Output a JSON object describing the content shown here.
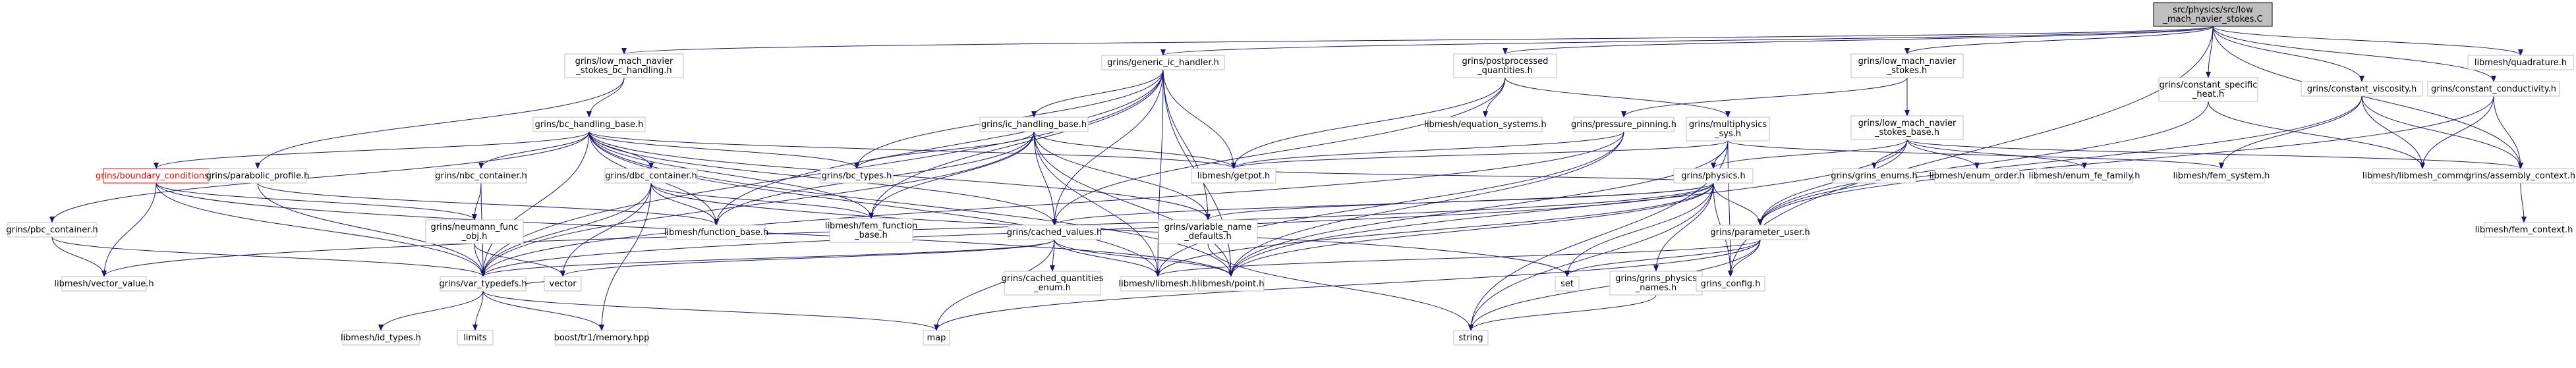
{
  "nodes": [
    {
      "id": "root",
      "lines": [
        "src/physics/src/low",
        "_mach_navier_stokes.C"
      ],
      "root": true
    },
    {
      "id": "lmbc",
      "lines": [
        "grins/low_mach_navier",
        "_stokes_bc_handling.h"
      ]
    },
    {
      "id": "gic",
      "lines": [
        "grins/generic_ic_handler.h"
      ]
    },
    {
      "id": "pp",
      "lines": [
        "grins/postprocessed",
        "_quantities.h"
      ]
    },
    {
      "id": "lmns",
      "lines": [
        "grins/low_mach_navier",
        "_stokes.h"
      ]
    },
    {
      "id": "csh",
      "lines": [
        "grins/constant_specific",
        "_heat.h"
      ]
    },
    {
      "id": "cvisc",
      "lines": [
        "grins/constant_viscosity.h"
      ]
    },
    {
      "id": "ccond",
      "lines": [
        "grins/constant_conductivity.h"
      ]
    },
    {
      "id": "quad",
      "lines": [
        "libmesh/quadrature.h"
      ]
    },
    {
      "id": "bchb",
      "lines": [
        "grins/bc_handling_base.h"
      ]
    },
    {
      "id": "ichb",
      "lines": [
        "grins/ic_handling_base.h"
      ]
    },
    {
      "id": "eqs",
      "lines": [
        "libmesh/equation_systems.h"
      ]
    },
    {
      "id": "pin",
      "lines": [
        "grins/pressure_pinning.h"
      ]
    },
    {
      "id": "mps",
      "lines": [
        "grins/multiphysics",
        "_sys.h"
      ]
    },
    {
      "id": "lmnsb",
      "lines": [
        "grins/low_mach_navier",
        "_stokes_base.h"
      ]
    },
    {
      "id": "bcond",
      "lines": [
        "grins/boundary_conditions.h"
      ],
      "red": true
    },
    {
      "id": "parab",
      "lines": [
        "grins/parabolic_profile.h"
      ]
    },
    {
      "id": "nbc",
      "lines": [
        "grins/nbc_container.h"
      ]
    },
    {
      "id": "dbc",
      "lines": [
        "grins/dbc_container.h"
      ]
    },
    {
      "id": "bct",
      "lines": [
        "grins/bc_types.h"
      ]
    },
    {
      "id": "getpot",
      "lines": [
        "libmesh/getpot.h"
      ]
    },
    {
      "id": "physics",
      "lines": [
        "grins/physics.h"
      ]
    },
    {
      "id": "enums",
      "lines": [
        "grins/grins_enums.h"
      ]
    },
    {
      "id": "enord",
      "lines": [
        "libmesh/enum_order.h"
      ]
    },
    {
      "id": "enfe",
      "lines": [
        "libmesh/enum_fe_family.h"
      ]
    },
    {
      "id": "femsys",
      "lines": [
        "libmesh/fem_system.h"
      ]
    },
    {
      "id": "lmcommon",
      "lines": [
        "libmesh/libmesh_common.h"
      ]
    },
    {
      "id": "actx",
      "lines": [
        "grins/assembly_context.h"
      ]
    },
    {
      "id": "femctx",
      "lines": [
        "libmesh/fem_context.h"
      ]
    },
    {
      "id": "pbc",
      "lines": [
        "grins/pbc_container.h"
      ]
    },
    {
      "id": "nfo",
      "lines": [
        "grins/neumann_func",
        "_obj.h"
      ]
    },
    {
      "id": "fb",
      "lines": [
        "libmesh/function_base.h"
      ]
    },
    {
      "id": "ffb",
      "lines": [
        "libmesh/fem_function",
        "_base.h"
      ]
    },
    {
      "id": "cv",
      "lines": [
        "grins/cached_values.h"
      ]
    },
    {
      "id": "vnd",
      "lines": [
        "grins/variable_name",
        "_defaults.h"
      ]
    },
    {
      "id": "pu",
      "lines": [
        "grins/parameter_user.h"
      ]
    },
    {
      "id": "vv",
      "lines": [
        "libmesh/vector_value.h"
      ]
    },
    {
      "id": "vt",
      "lines": [
        "grins/var_typedefs.h"
      ]
    },
    {
      "id": "vector",
      "lines": [
        "vector"
      ]
    },
    {
      "id": "cqe",
      "lines": [
        "grins/cached_quantities",
        "_enum.h"
      ]
    },
    {
      "id": "libmesh",
      "lines": [
        "libmesh/libmesh.h"
      ]
    },
    {
      "id": "point",
      "lines": [
        "libmesh/point.h"
      ]
    },
    {
      "id": "set",
      "lines": [
        "set"
      ]
    },
    {
      "id": "gpn",
      "lines": [
        "grins/grins_physics",
        "_names.h"
      ]
    },
    {
      "id": "config",
      "lines": [
        "grins_config.h"
      ]
    },
    {
      "id": "idt",
      "lines": [
        "libmesh/id_types.h"
      ]
    },
    {
      "id": "limits",
      "lines": [
        "limits"
      ]
    },
    {
      "id": "mem",
      "lines": [
        "boost/tr1/memory.hpp"
      ]
    },
    {
      "id": "map",
      "lines": [
        "map"
      ]
    },
    {
      "id": "string",
      "lines": [
        "string"
      ]
    },
    {
      "id": "fctx",
      "lines": [
        "libmesh/fem_context.h"
      ]
    }
  ],
  "edges": [
    [
      "root",
      "lmbc"
    ],
    [
      "root",
      "gic"
    ],
    [
      "root",
      "pp"
    ],
    [
      "root",
      "lmns"
    ],
    [
      "root",
      "csh"
    ],
    [
      "root",
      "cvisc"
    ],
    [
      "root",
      "ccond"
    ],
    [
      "root",
      "quad"
    ],
    [
      "root",
      "actx"
    ],
    [
      "root",
      "config"
    ],
    [
      "lmbc",
      "bchb"
    ],
    [
      "lmbc",
      "parab"
    ],
    [
      "gic",
      "ichb"
    ],
    [
      "gic",
      "getpot"
    ],
    [
      "gic",
      "bct"
    ],
    [
      "gic",
      "vt"
    ],
    [
      "gic",
      "cv"
    ],
    [
      "gic",
      "vnd"
    ],
    [
      "gic",
      "point"
    ],
    [
      "gic",
      "libmesh"
    ],
    [
      "gic",
      "ffb"
    ],
    [
      "gic",
      "fb"
    ],
    [
      "pp",
      "eqs"
    ],
    [
      "pp",
      "mps"
    ],
    [
      "pp",
      "getpot"
    ],
    [
      "pp",
      "cv"
    ],
    [
      "lmns",
      "pin"
    ],
    [
      "lmns",
      "lmnsb"
    ],
    [
      "csh",
      "pu"
    ],
    [
      "csh",
      "lmcommon"
    ],
    [
      "cvisc",
      "pu"
    ],
    [
      "cvisc",
      "lmcommon"
    ],
    [
      "cvisc",
      "actx"
    ],
    [
      "cvisc",
      "femsys"
    ],
    [
      "ccond",
      "pu"
    ],
    [
      "ccond",
      "lmcommon"
    ],
    [
      "ccond",
      "actx"
    ],
    [
      "bchb",
      "bcond"
    ],
    [
      "bchb",
      "pbc"
    ],
    [
      "bchb",
      "nbc"
    ],
    [
      "bchb",
      "dbc"
    ],
    [
      "bchb",
      "bct"
    ],
    [
      "bchb",
      "getpot"
    ],
    [
      "bchb",
      "vt"
    ],
    [
      "bchb",
      "libmesh"
    ],
    [
      "bchb",
      "point"
    ],
    [
      "bchb",
      "fb"
    ],
    [
      "bchb",
      "cv"
    ],
    [
      "bchb",
      "vnd"
    ],
    [
      "bchb",
      "ffb"
    ],
    [
      "ichb",
      "bct"
    ],
    [
      "ichb",
      "getpot"
    ],
    [
      "ichb",
      "vt"
    ],
    [
      "ichb",
      "cv"
    ],
    [
      "ichb",
      "vnd"
    ],
    [
      "ichb",
      "libmesh"
    ],
    [
      "ichb",
      "point"
    ],
    [
      "ichb",
      "fb"
    ],
    [
      "ichb",
      "ffb"
    ],
    [
      "pin",
      "getpot"
    ],
    [
      "pin",
      "libmesh"
    ],
    [
      "pin",
      "point"
    ],
    [
      "pin",
      "vt"
    ],
    [
      "mps",
      "physics"
    ],
    [
      "mps",
      "femsys"
    ],
    [
      "mps",
      "getpot"
    ],
    [
      "mps",
      "string"
    ],
    [
      "mps",
      "config"
    ],
    [
      "mps",
      "point"
    ],
    [
      "lmnsb",
      "physics"
    ],
    [
      "lmnsb",
      "enums"
    ],
    [
      "lmnsb",
      "enord"
    ],
    [
      "lmnsb",
      "enfe"
    ],
    [
      "lmnsb",
      "actx"
    ],
    [
      "lmnsb",
      "pu"
    ],
    [
      "lmnsb",
      "point"
    ],
    [
      "bcond",
      "vt"
    ],
    [
      "bcond",
      "vv"
    ],
    [
      "bcond",
      "point"
    ],
    [
      "bcond",
      "nfo"
    ],
    [
      "parab",
      "vt"
    ],
    [
      "parab",
      "fb"
    ],
    [
      "nbc",
      "nfo"
    ],
    [
      "nbc",
      "vt"
    ],
    [
      "dbc",
      "vt"
    ],
    [
      "dbc",
      "vector"
    ],
    [
      "dbc",
      "set"
    ],
    [
      "dbc",
      "mem"
    ],
    [
      "dbc",
      "fb"
    ],
    [
      "dbc",
      "ffb"
    ],
    [
      "physics",
      "vt"
    ],
    [
      "physics",
      "cv"
    ],
    [
      "physics",
      "vnd"
    ],
    [
      "physics",
      "pu"
    ],
    [
      "physics",
      "gpn"
    ],
    [
      "physics",
      "libmesh"
    ],
    [
      "physics",
      "point"
    ],
    [
      "physics",
      "getpot"
    ],
    [
      "physics",
      "string"
    ],
    [
      "physics",
      "set"
    ],
    [
      "physics",
      "config"
    ],
    [
      "physics",
      "vv"
    ],
    [
      "actx",
      "femctx"
    ],
    [
      "pbc",
      "vt"
    ],
    [
      "pbc",
      "vv"
    ],
    [
      "nfo",
      "vt"
    ],
    [
      "nfo",
      "vector"
    ],
    [
      "cv",
      "vt"
    ],
    [
      "cv",
      "cqe"
    ],
    [
      "cv",
      "libmesh"
    ],
    [
      "cv",
      "point"
    ],
    [
      "cv",
      "map"
    ],
    [
      "cv",
      "vector"
    ],
    [
      "vnd",
      "string"
    ],
    [
      "pu",
      "config"
    ],
    [
      "pu",
      "libmesh"
    ],
    [
      "pu",
      "map"
    ],
    [
      "pu",
      "string"
    ],
    [
      "pu",
      "set"
    ],
    [
      "vt",
      "idt"
    ],
    [
      "vt",
      "limits"
    ],
    [
      "vt",
      "mem"
    ],
    [
      "vt",
      "map"
    ],
    [
      "vt",
      "vector"
    ],
    [
      "gpn",
      "string"
    ]
  ]
}
